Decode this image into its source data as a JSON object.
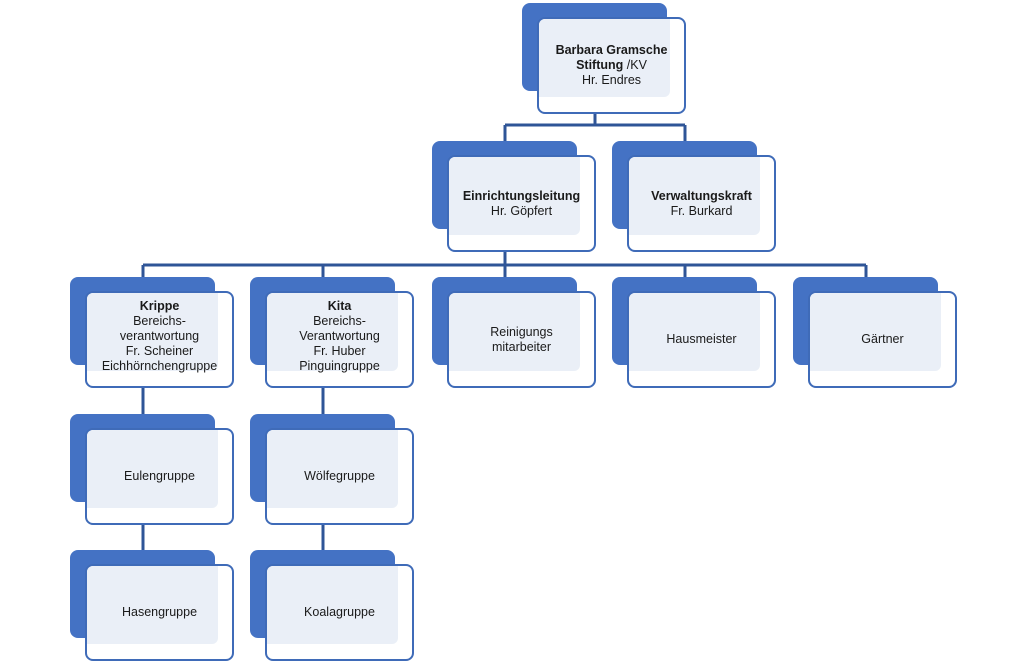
{
  "colors": {
    "accent": "#4472c4",
    "line": "#2f5597",
    "border": "#3f6bb8",
    "shade": "#eaeff7"
  },
  "nodes": {
    "stiftung": {
      "name": "Barbara Gramsche",
      "line2_bold": "Stiftung",
      "line2_rest": " /KV",
      "person": "Hr. Endres"
    },
    "einrichtungsleitung": {
      "title": "Einrichtungsleitung",
      "person": "Hr. Göpfert"
    },
    "verwaltungskraft": {
      "title": "Verwaltungskraft",
      "person": "Fr. Burkard"
    },
    "krippe": {
      "title": "Krippe",
      "role1": "Bereichs-",
      "role2": "verantwortung",
      "person": "Fr. Scheiner",
      "group": "Eichhörnchengruppe"
    },
    "kita": {
      "title": "Kita",
      "role1": "Bereichs-",
      "role2": "Verantwortung",
      "person": "Fr. Huber",
      "group": "Pinguingruppe"
    },
    "reinigung": {
      "line1": "Reinigungs",
      "line2": "mitarbeiter"
    },
    "hausmeister": {
      "label": "Hausmeister"
    },
    "gaertner": {
      "label": "Gärtner"
    },
    "eulen": {
      "label": "Eulengruppe"
    },
    "hasen": {
      "label": "Hasengruppe"
    },
    "woelfe": {
      "label": "Wölfegruppe"
    },
    "koala": {
      "label": "Koalagruppe"
    }
  }
}
